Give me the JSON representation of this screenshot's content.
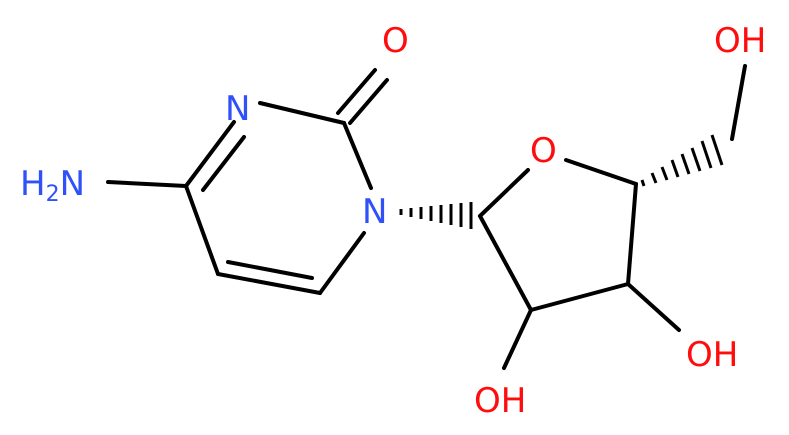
{
  "molecule": {
    "atom_labels": {
      "o_carbonyl": "O",
      "n3": "N",
      "n1": "N",
      "nh2_main": "H",
      "nh2_sub": "2",
      "nh2_n": "N",
      "o_ring": "O",
      "oh_top": "OH",
      "oh_right": "OH",
      "oh_bottom": "OH"
    },
    "colors": {
      "carbon_bond": "#000000",
      "nitrogen": "#3050f8",
      "oxygen": "#ff0d0d"
    }
  }
}
